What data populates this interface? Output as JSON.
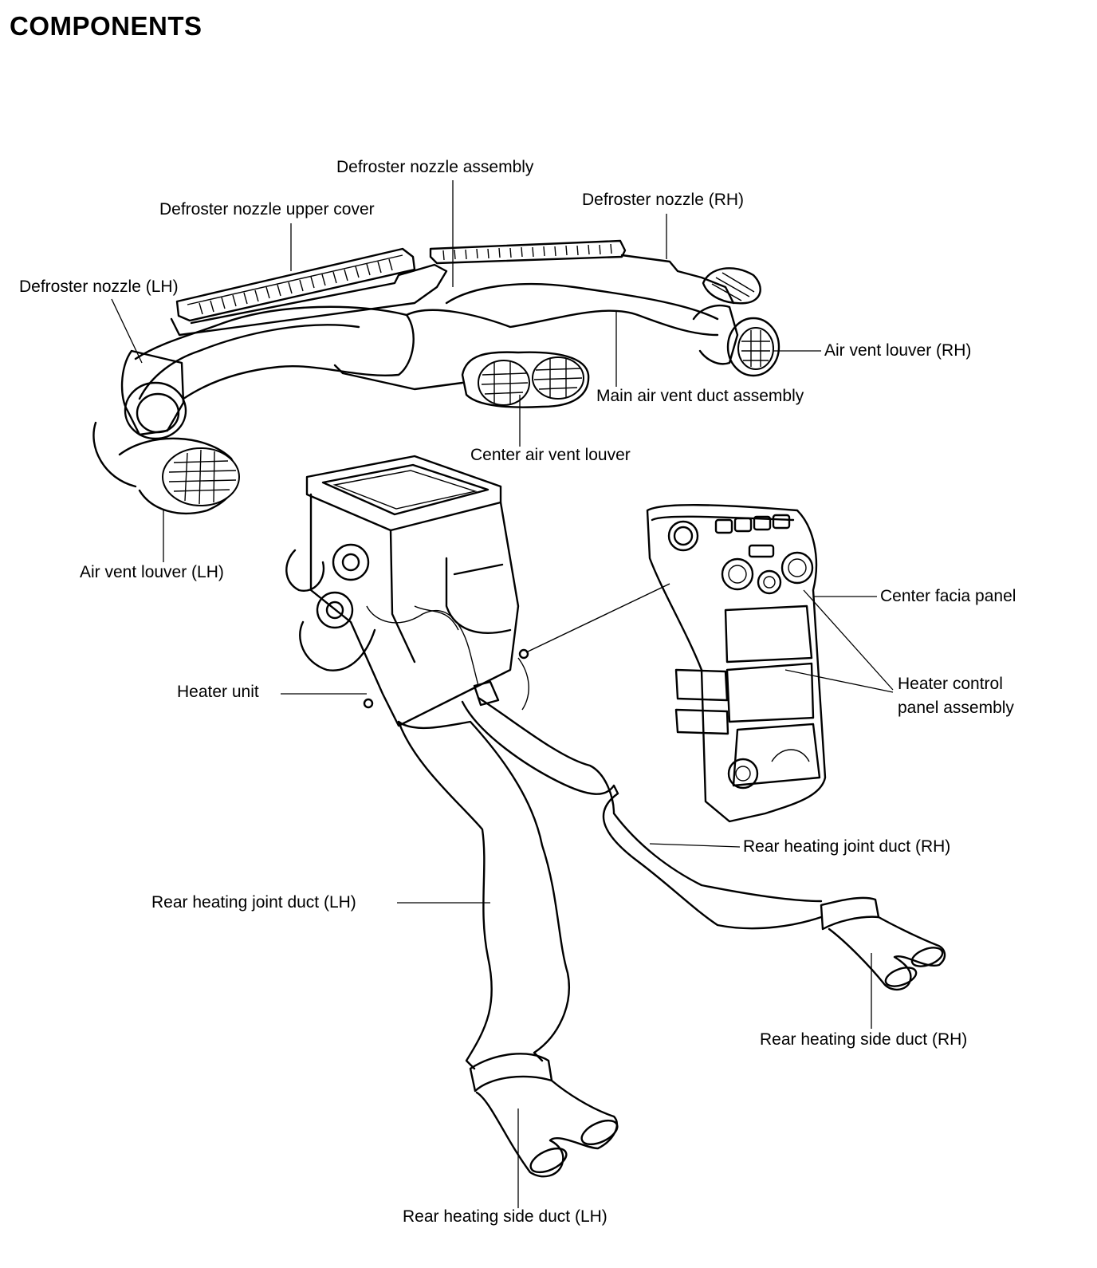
{
  "title": "COMPONENTS",
  "labels": {
    "defroster_nozzle_assembly": "Defroster nozzle assembly",
    "defroster_nozzle_upper_cover": "Defroster nozzle upper cover",
    "defroster_nozzle_rh": "Defroster nozzle (RH)",
    "defroster_nozzle_lh": "Defroster nozzle (LH)",
    "air_vent_louver_rh": "Air vent louver (RH)",
    "main_air_vent_duct_assembly": "Main air vent duct assembly",
    "center_air_vent_louver": "Center air vent louver",
    "air_vent_louver_lh": "Air vent louver (LH)",
    "center_facia_panel": "Center facia panel",
    "heater_control_panel_line1": "Heater control",
    "heater_control_panel_line2": "panel assembly",
    "heater_unit": "Heater unit",
    "rear_heating_joint_duct_rh": "Rear heating joint duct (RH)",
    "rear_heating_joint_duct_lh": "Rear heating joint duct (LH)",
    "rear_heating_side_duct_rh": "Rear heating side duct (RH)",
    "rear_heating_side_duct_lh": "Rear heating side duct (LH)"
  }
}
